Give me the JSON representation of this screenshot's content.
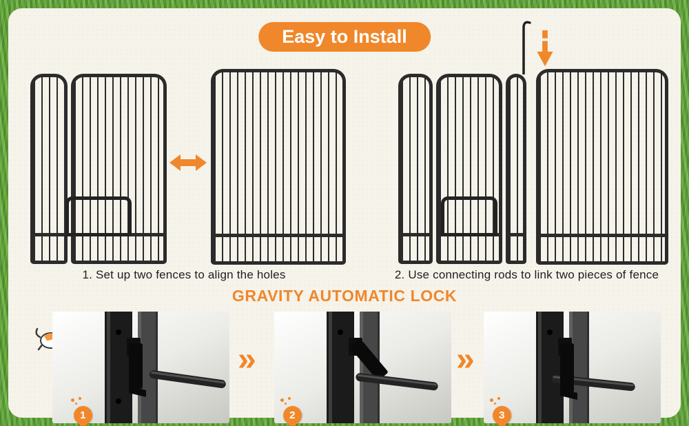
{
  "badge": {
    "label": "Easy to Install"
  },
  "steps": {
    "step1_caption": "1. Set up two fences to align the holes",
    "step2_caption": "2. Use connecting rods to link two pieces of fence"
  },
  "lock": {
    "heading": "GRAVITY AUTOMATIC LOCK",
    "chevron": "»",
    "stages": [
      {
        "number": "1"
      },
      {
        "number": "2"
      },
      {
        "number": "3"
      }
    ]
  },
  "icons": {
    "double_arrow": "left-right-double-arrow",
    "down_arrow": "insert-down-arrow",
    "connecting_rod": "connecting-rod-hook",
    "next_chevron": "double-angle-right",
    "cat": "cat-mascot",
    "number_pin": "orange-drop-pin"
  },
  "colors": {
    "accent_orange": "#f0872a",
    "fence_dark": "#2b2b2b",
    "panel_cream": "#f5f3ea",
    "grass_green": "#5f9c35",
    "text_dark": "#1e1e1e",
    "badge_text": "#ffffff"
  }
}
